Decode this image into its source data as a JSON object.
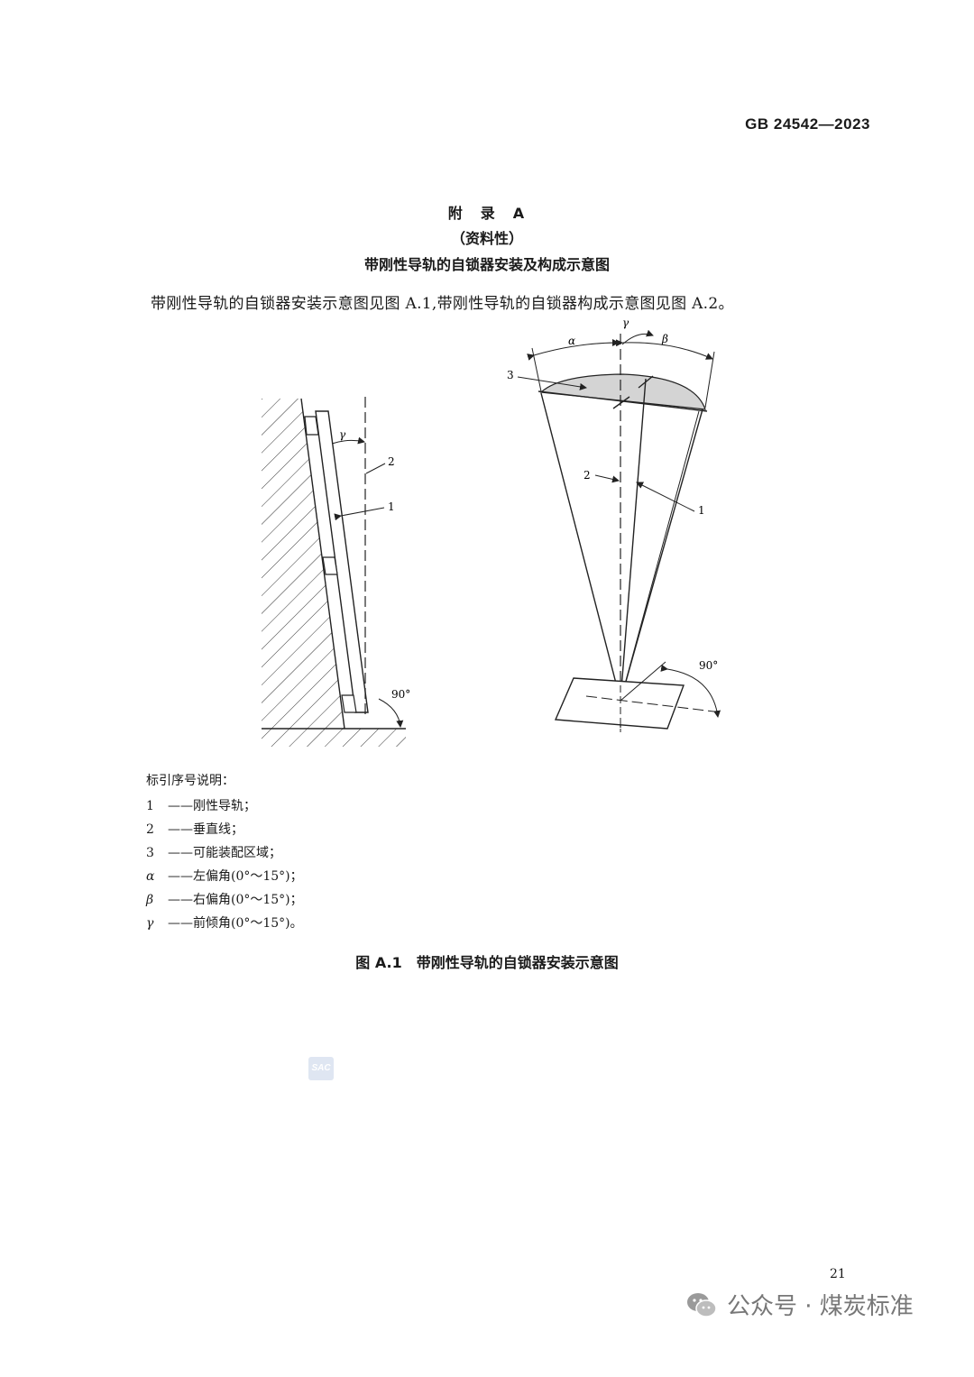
{
  "header": {
    "std_code": "GB 24542—2023"
  },
  "appendix": {
    "title": "附　录　A",
    "type": "（资料性）",
    "name": "带刚性导轨的自锁器安装及构成示意图",
    "intro": "带刚性导轨的自锁器安装示意图见图 A.1,带刚性导轨的自锁器构成示意图见图 A.2。"
  },
  "figure": {
    "left_labels": {
      "gamma": "γ",
      "two": "2",
      "one": "1",
      "angle": "90°"
    },
    "right_labels": {
      "alpha": "α",
      "gamma": "γ",
      "beta": "β",
      "three": "3",
      "two": "2",
      "one": "1",
      "angle": "90°"
    }
  },
  "legend": {
    "title": "标引序号说明：",
    "items": [
      {
        "sym": "1",
        "text": "——刚性导轨；"
      },
      {
        "sym": "2",
        "text": "——垂直线；"
      },
      {
        "sym": "3",
        "text": "——可能装配区域；"
      },
      {
        "sym": "α",
        "text": "——左偏角(0°～15°)；"
      },
      {
        "sym": "β",
        "text": "——右偏角(0°～15°)；"
      },
      {
        "sym": "γ",
        "text": "——前倾角(0°～15°)。"
      }
    ]
  },
  "caption": "图 A.1　带刚性导轨的自锁器安装示意图",
  "page_number": "21",
  "watermark": {
    "logo_text": "SAC",
    "footer": "公众号 · 煤炭标准"
  }
}
